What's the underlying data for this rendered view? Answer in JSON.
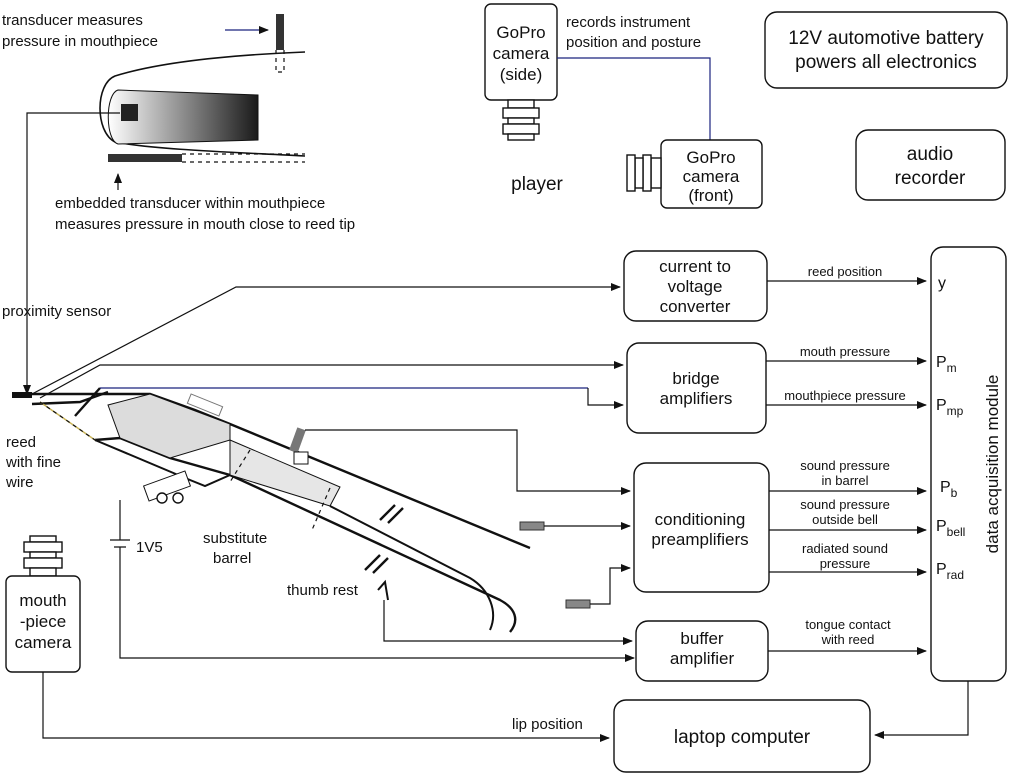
{
  "annotations": {
    "transducer_mouthpiece": [
      "transducer measures",
      "pressure in mouthpiece"
    ],
    "embedded_transducer": [
      "embedded transducer within mouthpiece",
      "measures pressure in mouth close to reed tip"
    ],
    "proximity_sensor": "proximity sensor",
    "reed_wire": [
      "reed",
      "with fine",
      "wire"
    ],
    "battery_small": "1V5",
    "substitute_barrel": [
      "substitute",
      "barrel"
    ],
    "thumb_rest": "thumb rest",
    "player": "player",
    "records": [
      "records instrument",
      "position and posture"
    ]
  },
  "boxes": {
    "gopro_side": [
      "GoPro",
      "camera",
      "(side)"
    ],
    "gopro_front": [
      "GoPro",
      "camera",
      "(front)"
    ],
    "battery_12v": [
      "12V automotive battery",
      "powers all electronics"
    ],
    "audio_recorder": [
      "audio",
      "recorder"
    ],
    "current_converter": [
      "current to",
      "voltage",
      "converter"
    ],
    "bridge_amplifiers": [
      "bridge",
      "amplifiers"
    ],
    "conditioning_preamplifiers": [
      "conditioning",
      "preamplifiers"
    ],
    "buffer_amplifier": [
      "buffer",
      "amplifier"
    ],
    "mouthpiece_camera": [
      "mouth",
      "-piece",
      "camera"
    ],
    "laptop": "laptop computer",
    "daq": "data acquisition module"
  },
  "signals": {
    "reed_position": "reed position",
    "mouth_pressure": "mouth pressure",
    "mouthpiece_pressure": "mouthpiece pressure",
    "sound_barrel": [
      "sound pressure",
      "in barrel"
    ],
    "sound_bell": [
      "sound pressure",
      "outside bell"
    ],
    "radiated": [
      "radiated sound",
      "pressure"
    ],
    "tongue": [
      "tongue contact",
      "with reed"
    ],
    "lip_position": "lip position"
  },
  "channels": {
    "y": "y",
    "pm": {
      "base": "P",
      "sub": "m"
    },
    "pmp": {
      "base": "P",
      "sub": "mp"
    },
    "pb": {
      "base": "P",
      "sub": "b"
    },
    "pbell": {
      "base": "P",
      "sub": "bell"
    },
    "prad": {
      "base": "P",
      "sub": "rad"
    }
  }
}
